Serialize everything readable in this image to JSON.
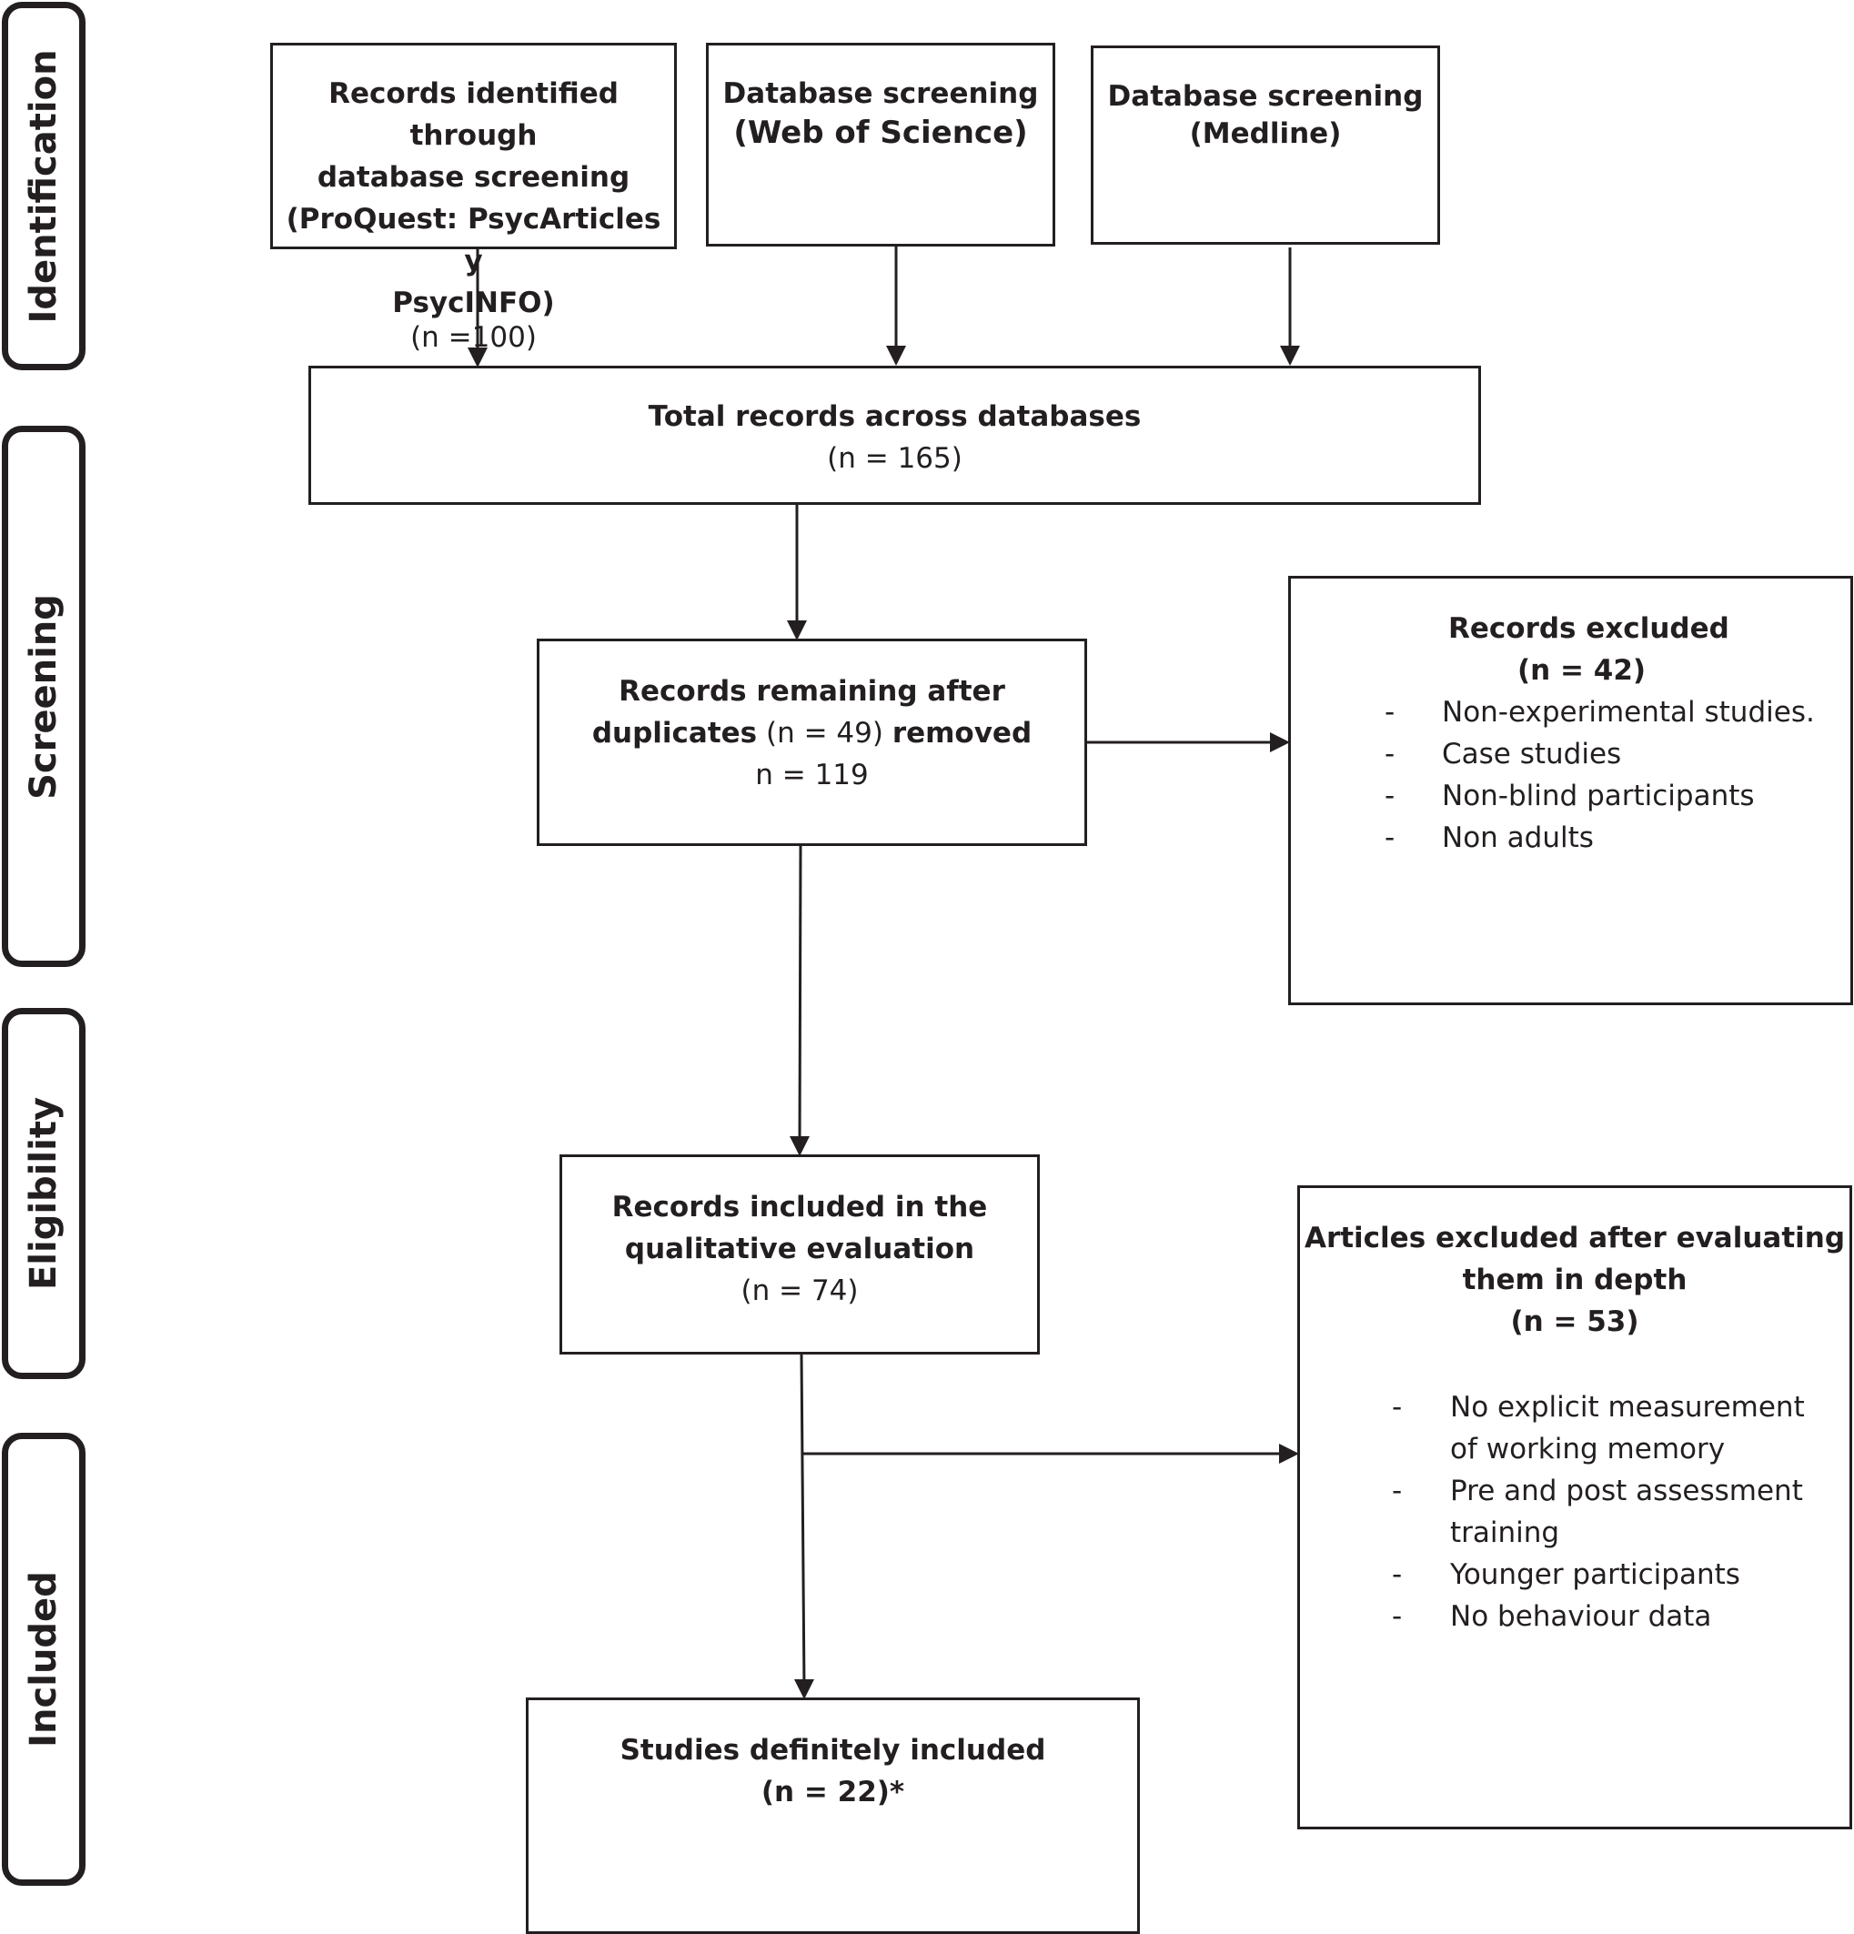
{
  "phases": {
    "identification": "Identification",
    "screening": "Screening",
    "eligibility": "Eligibility",
    "included": "Included"
  },
  "boxes": {
    "proquest": {
      "line1": "Records identified through",
      "line2": "database screening",
      "line3": "(ProQuest: PsycArticles y",
      "line4": "PsycINFO)",
      "count": "(n =100)"
    },
    "wos": {
      "line1": "Database screening",
      "line2": "(Web of Science)"
    },
    "medline": {
      "line1": "Database screening",
      "line2": "(Medline)"
    },
    "total": {
      "title": "Total records across databases",
      "count": "(n = 165)"
    },
    "remaining": {
      "line1": "Records remaining after",
      "line2a": "duplicates",
      "line2b": "(n = 49)",
      "line2c": "removed",
      "count": "n = 119"
    },
    "excluded1": {
      "title": "Records excluded",
      "count": "(n = 42)",
      "items": [
        "Non-experimental studies.",
        "Case studies",
        "Non-blind participants",
        "Non adults"
      ]
    },
    "qualitative": {
      "line1": "Records included in the",
      "line2": "qualitative evaluation",
      "count": "(n = 74)"
    },
    "excluded2": {
      "line1": "Articles excluded after evaluating",
      "line2": "them in depth",
      "count": "(n = 53)",
      "items": [
        [
          "No explicit measurement",
          "of working memory"
        ],
        [
          "Pre and post assessment",
          "training"
        ],
        [
          "Younger participants"
        ],
        [
          "No behaviour data"
        ]
      ]
    },
    "final": {
      "title": "Studies definitely included",
      "count": "(n = 22)*"
    }
  },
  "bullet": "-"
}
